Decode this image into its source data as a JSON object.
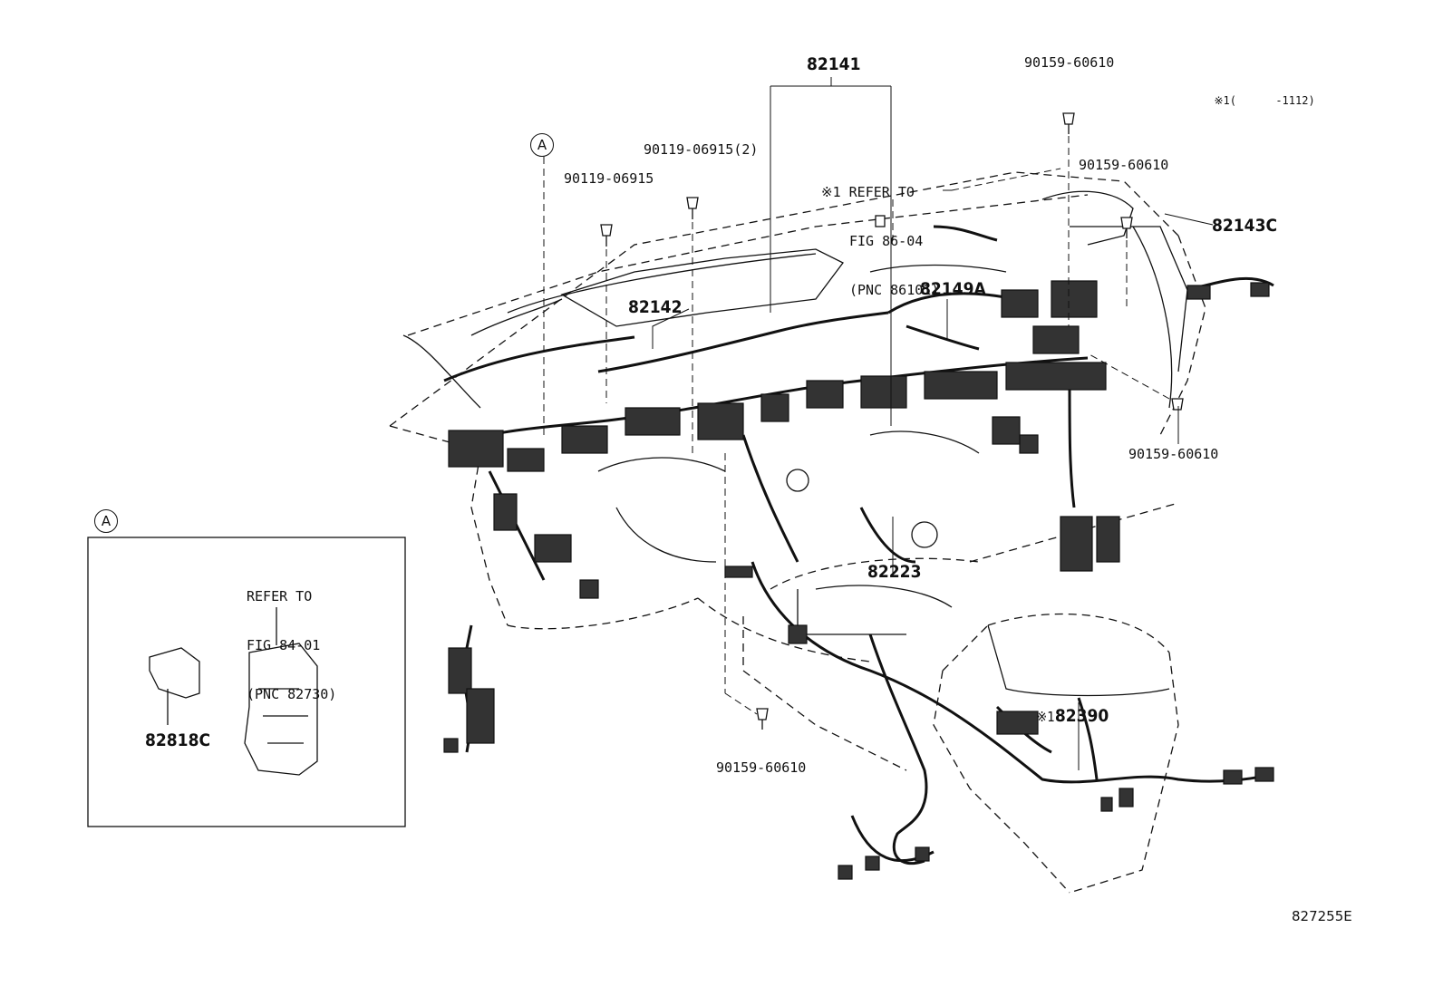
{
  "header_note": {
    "mark": "※1",
    "open": "(",
    "code": "-1112)"
  },
  "figure_code": "827255E",
  "callout_A": "A",
  "inset": {
    "callout": "A",
    "refer_lines": [
      "REFER TO",
      "FIG 84-01",
      "(PNC 82730)"
    ],
    "part": "82818C"
  },
  "labels": {
    "p82141": "82141",
    "p82142": "82142",
    "p82149A": "82149A",
    "p82143C": "82143C",
    "p82223": "82223",
    "p82390_mark": "※1",
    "p82390": "82390",
    "bolt_top": "90159-60610",
    "bolt_right_upper": "90159-60610",
    "bolt_right_lower": "90159-60610",
    "bolt_bottom": "90159-60610",
    "screw_left": "90119-06915",
    "screw_2": "90119-06915(2)",
    "refer_mark": "※1",
    "refer_lines": [
      "REFER TO",
      "FIG 86-04",
      "(PNC 86101)"
    ]
  },
  "colors": {
    "line": "#111111",
    "background": "#ffffff"
  }
}
